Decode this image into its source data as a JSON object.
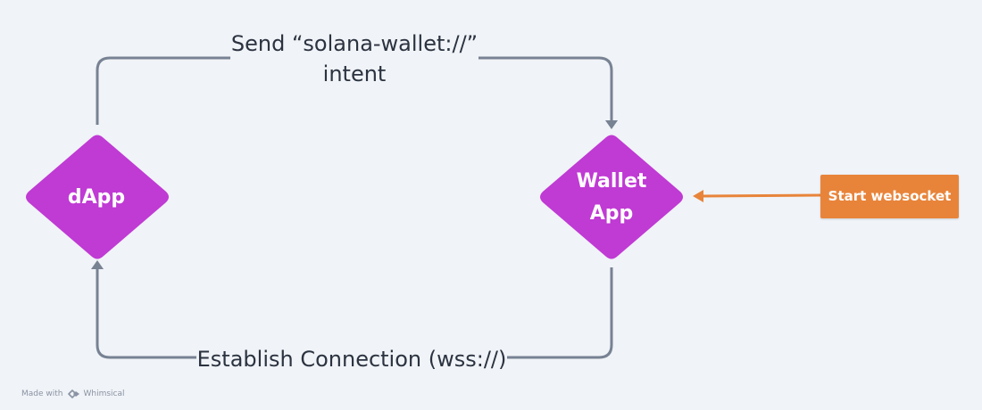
{
  "diagram": {
    "nodes": {
      "dapp": {
        "label": "dApp",
        "shape": "diamond",
        "color": "#c03ad4"
      },
      "wallet": {
        "label_lines": [
          "Wallet",
          "App"
        ],
        "shape": "diamond",
        "color": "#c03ad4"
      },
      "start_websocket": {
        "label": "Start websocket",
        "shape": "rectangle",
        "color": "#e8843a"
      }
    },
    "edges": [
      {
        "from": "dapp",
        "to": "wallet",
        "label_lines": [
          "Send “solana-wallet://”",
          "intent"
        ],
        "color": "#778293"
      },
      {
        "from": "wallet",
        "to": "dapp",
        "label": "Establish Connection (wss://)",
        "color": "#778293"
      },
      {
        "from": "start_websocket",
        "to": "wallet",
        "label": "",
        "color": "#e8843a"
      }
    ]
  },
  "footer": {
    "made_with": "Made with",
    "brand": "Whimsical",
    "logo_icon": "whimsical-logo-icon"
  }
}
